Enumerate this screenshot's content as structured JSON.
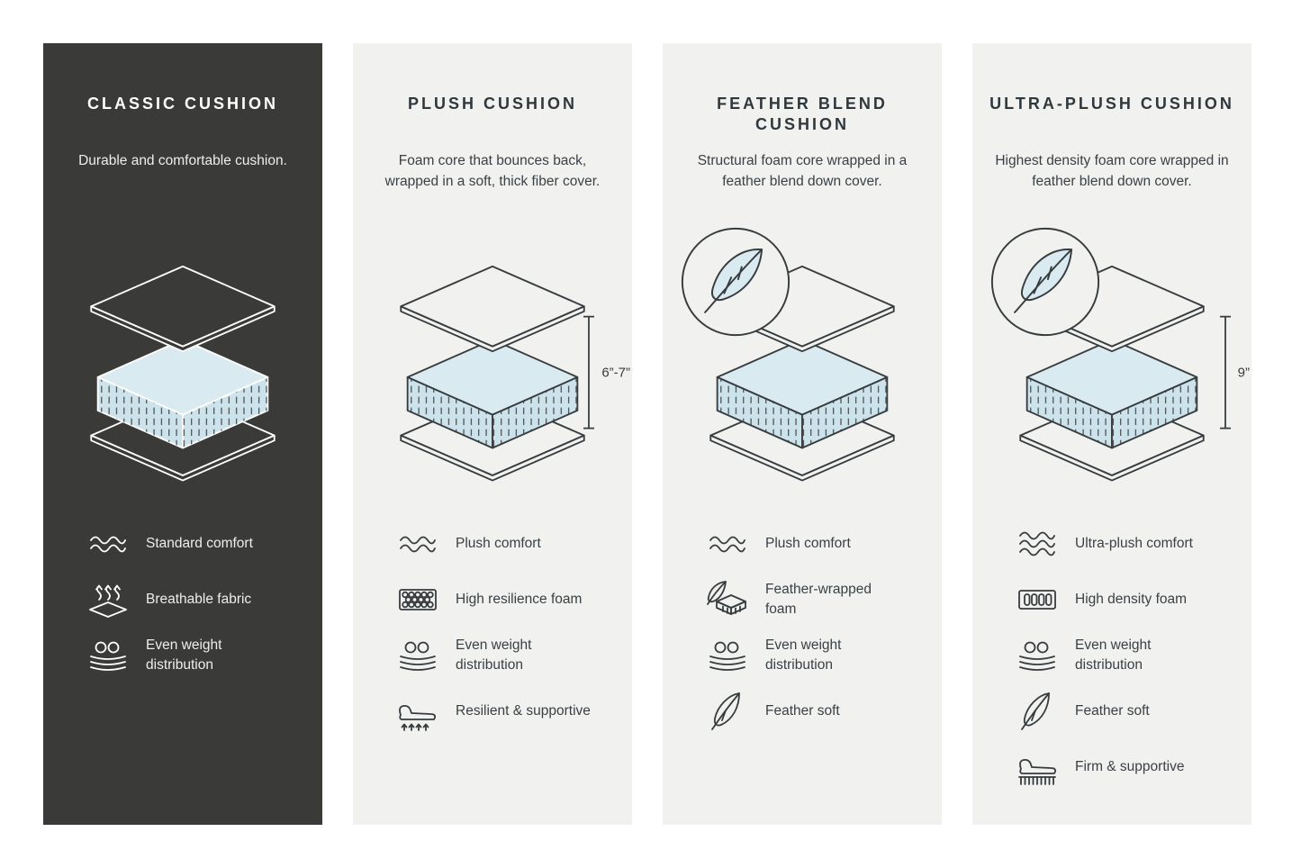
{
  "colors": {
    "background": "#ffffff",
    "dark_panel": "#3a3a38",
    "light_panel": "#f1f1ef",
    "foam_blue": "#d9eaf1",
    "ink": "#373c3e"
  },
  "panels": [
    {
      "title": "CLASSIC CUSHION",
      "description": "Durable and comfortable cushion.",
      "diagram": "layered-cushion-diagram",
      "features": [
        {
          "icon": "waves-icon",
          "label": "Standard comfort"
        },
        {
          "icon": "breathable-fabric-icon",
          "label": "Breathable fabric"
        },
        {
          "icon": "weight-distribution-icon",
          "label": "Even weight distribution"
        }
      ]
    },
    {
      "title": "PLUSH CUSHION",
      "description": "Foam core that bounces back, wrapped in a soft, thick fiber cover.",
      "diagram": "layered-cushion-diagram",
      "measurement": "6”-7”",
      "features": [
        {
          "icon": "waves-icon",
          "label": "Plush comfort"
        },
        {
          "icon": "resilience-foam-icon",
          "label": "High resilience foam"
        },
        {
          "icon": "weight-distribution-icon",
          "label": "Even weight distribution"
        },
        {
          "icon": "resilient-supportive-icon",
          "label": "Resilient & supportive"
        }
      ]
    },
    {
      "title": "FEATHER BLEND CUSHION",
      "description": "Structural foam core wrapped in a feather blend down cover.",
      "diagram": "layered-cushion-diagram",
      "badge": "feather-badge-icon",
      "features": [
        {
          "icon": "waves-icon",
          "label": "Plush comfort"
        },
        {
          "icon": "feather-wrapped-foam-icon",
          "label": "Feather-wrapped foam"
        },
        {
          "icon": "weight-distribution-icon",
          "label": "Even weight distribution"
        },
        {
          "icon": "feather-icon",
          "label": "Feather soft"
        }
      ]
    },
    {
      "title": "ULTRA-PLUSH CUSHION",
      "description": "Highest density foam core wrapped in feather blend down cover.",
      "diagram": "layered-cushion-diagram",
      "badge": "feather-badge-icon",
      "measurement": "9”",
      "features": [
        {
          "icon": "waves-3-icon",
          "label": "Ultra-plush comfort"
        },
        {
          "icon": "density-foam-icon",
          "label": "High density foam"
        },
        {
          "icon": "weight-distribution-icon",
          "label": "Even weight distribution"
        },
        {
          "icon": "feather-icon",
          "label": "Feather soft"
        },
        {
          "icon": "firm-supportive-icon",
          "label": "Firm & supportive"
        }
      ]
    }
  ]
}
